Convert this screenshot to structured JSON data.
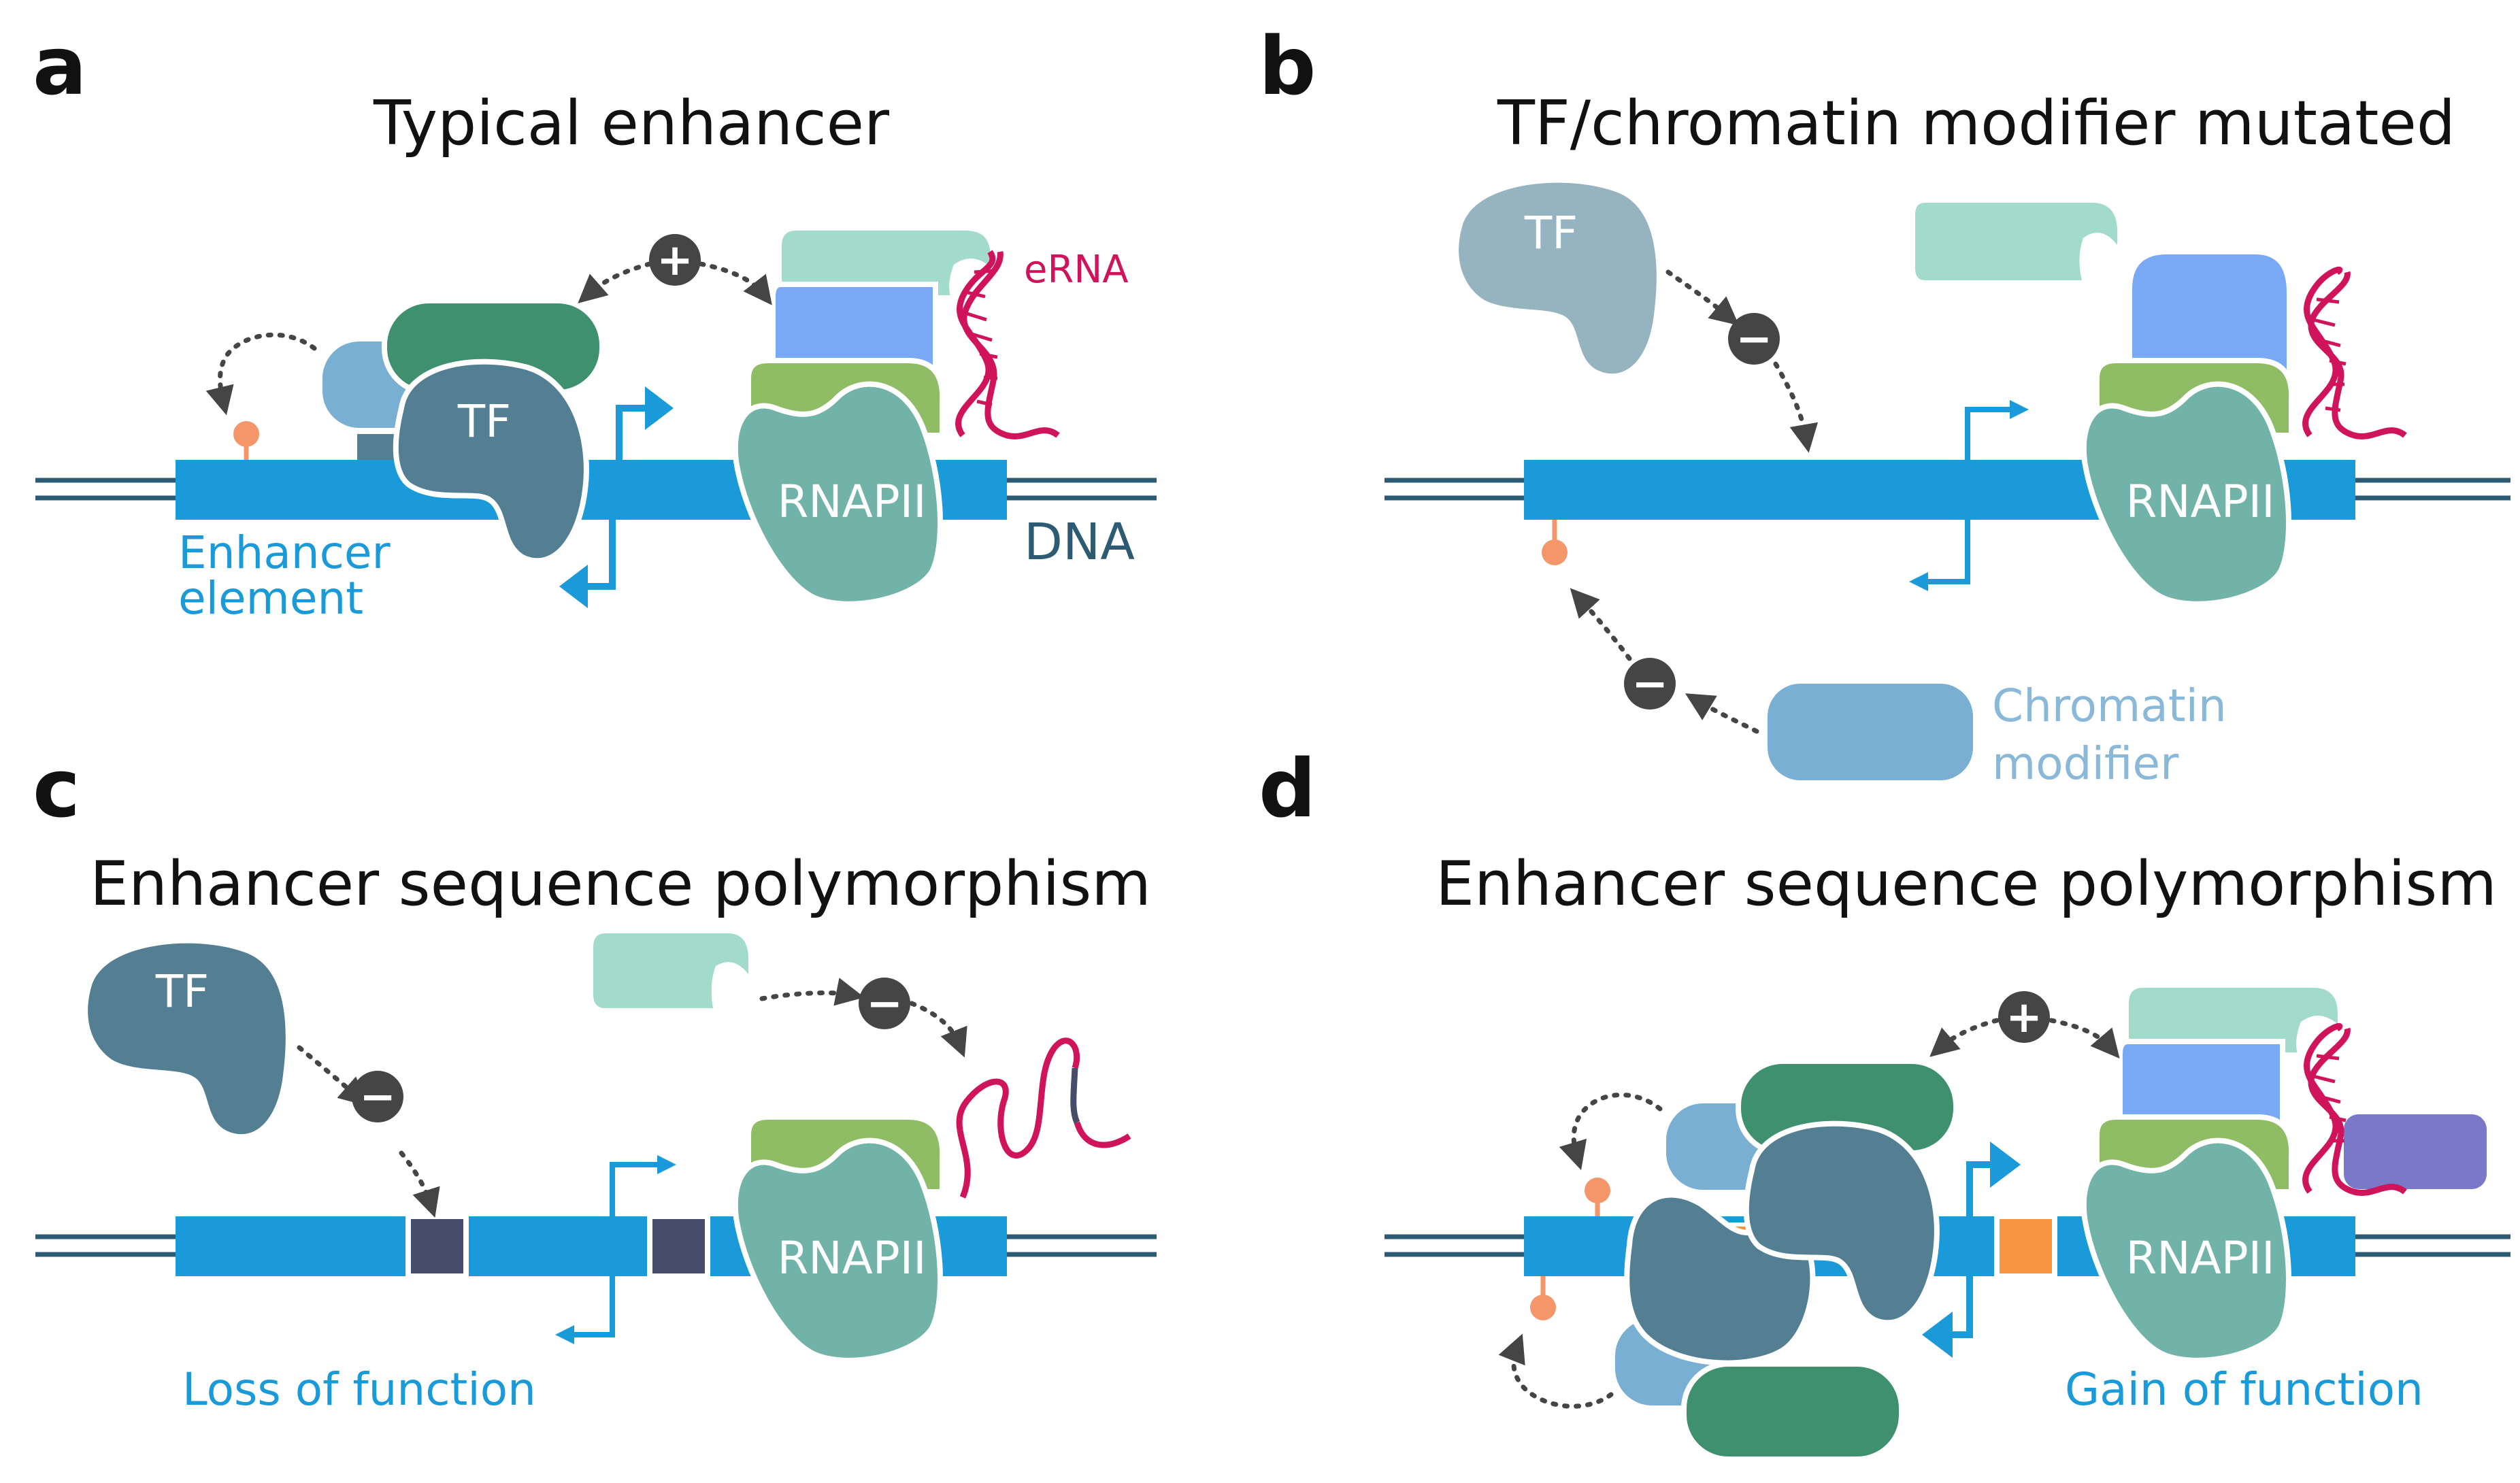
{
  "colors": {
    "dna_strand": "#2d5b73",
    "enhancer_blue": "#1a9ad9",
    "tf": "#547f93",
    "tf_faded": "#96b3c0",
    "rnapii": "#72b3a9",
    "green_cofactor": "#8fbc65",
    "mediator_blue": "#79a9f5",
    "mint_cofactor": "#a2dbcc",
    "dark_green_cofactor": "#3f906f",
    "chromatin_modifier": "#7aafd4",
    "erna": "#d0145c",
    "methyl_mark": "#f5956a",
    "variant_site": "#474c6b",
    "gain_site": "#f79543",
    "purple_factor": "#7a78c9",
    "sign_circle": "#454545"
  },
  "panels": {
    "a": {
      "letter": "a",
      "title": "Typical enhancer",
      "tf_label": "TF",
      "rnapii_label": "RNAPII",
      "erna_label": "eRNA",
      "enhancer_label_line1": "Enhancer",
      "enhancer_label_line2": "element",
      "dna_label": "DNA",
      "sign": "+"
    },
    "b": {
      "letter": "b",
      "title": "TF/chromatin modifier mutated",
      "tf_label": "TF",
      "rnapii_label": "RNAPII",
      "chromatin_label_line1": "Chromatin",
      "chromatin_label_line2": "modifier",
      "sign_tf": "−",
      "sign_chromatin": "−"
    },
    "c": {
      "letter": "c",
      "title": "Enhancer sequence polymorphism",
      "tf_label": "TF",
      "rnapii_label": "RNAPII",
      "caption": "Loss of function",
      "sign_tf": "−",
      "sign_cofactor": "−"
    },
    "d": {
      "letter": "d",
      "title": "Enhancer sequence polymorphism",
      "rnapii_label": "RNAPII",
      "caption": "Gain of function",
      "sign": "+"
    }
  }
}
